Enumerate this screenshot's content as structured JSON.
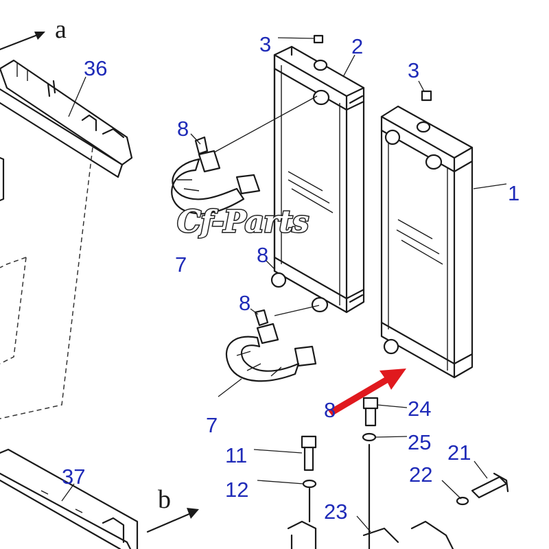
{
  "diagram": {
    "watermark": "Cf-Parts",
    "view_letters": {
      "a": "a",
      "b": "b"
    },
    "callouts": {
      "c36": "36",
      "c37": "37",
      "c2": "2",
      "c3_top": "3",
      "c3_right": "3",
      "c1": "1",
      "c8_upper": "8",
      "c8_mid": "8",
      "c8_lower": "8",
      "c8_red": "8",
      "c7_upper": "7",
      "c7_lower": "7",
      "c24": "24",
      "c25": "25",
      "c21": "21",
      "c22": "22",
      "c11": "11",
      "c12": "12",
      "c23": "23"
    },
    "highlight_color": "#e0191e",
    "callout_color": "#1f2bb8"
  }
}
